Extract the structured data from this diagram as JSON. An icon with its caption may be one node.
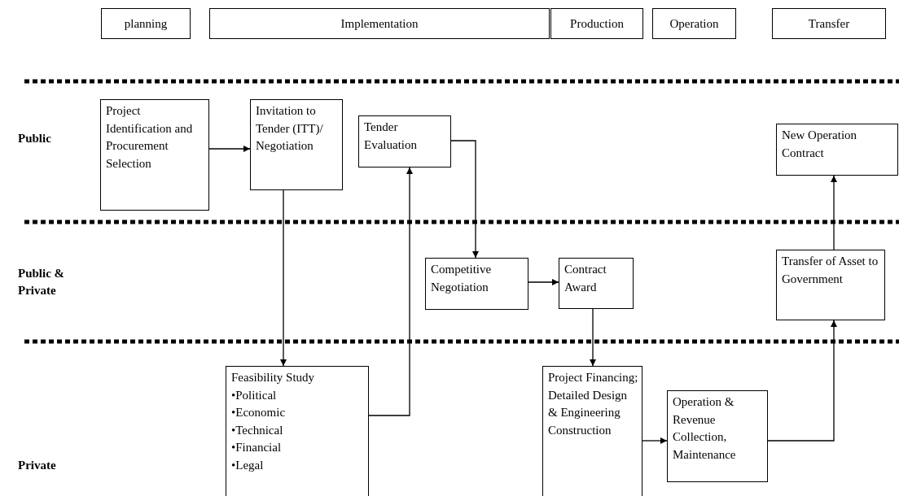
{
  "diagram": {
    "nodes": [
      {
        "text": [
          "planning"
        ]
      },
      {
        "text": [
          "Implementation"
        ]
      },
      {
        "text": [
          "Production"
        ]
      },
      {
        "text": [
          "Operation"
        ]
      },
      {
        "text": [
          "Transfer"
        ]
      },
      {
        "text": [
          "Project Identification and Procurement Selection"
        ]
      },
      {
        "text": [
          "Invitation to Tender (ITT)/ Negotiation"
        ]
      },
      {
        "text": [
          "Tender Evaluation"
        ]
      },
      {
        "text": [
          "Competitive Negotiation"
        ]
      },
      {
        "text": [
          "Contract Award"
        ]
      },
      {
        "text": [
          "Transfer of Asset to Government"
        ]
      },
      {
        "text": [
          "New Operation Contract"
        ]
      },
      {
        "text": [
          "Feasibility Study",
          "•Political",
          "•Economic",
          "•Technical",
          "•Financial",
          "•Legal"
        ]
      },
      {
        "text": [
          "Project Financing; Detailed Design & Engineering Construction"
        ]
      },
      {
        "text": [
          "Operation & Revenue Collection, Maintenance"
        ]
      }
    ],
    "edges": [
      {
        "from": 5,
        "to": 6,
        "arrow": "to"
      },
      {
        "from": 6,
        "to": 12,
        "arrow": "to"
      },
      {
        "from": 12,
        "to": 7,
        "arrow": "to"
      },
      {
        "from": 7,
        "to": 8,
        "arrow": "to"
      },
      {
        "from": 8,
        "to": 9,
        "arrow": "to"
      },
      {
        "from": 9,
        "to": 13,
        "arrow": "to"
      },
      {
        "from": 13,
        "to": 14,
        "arrow": "to"
      },
      {
        "from": 14,
        "to": 10,
        "arrow": "to"
      },
      {
        "from": 10,
        "to": 11,
        "arrow": "to"
      }
    ],
    "labels": [
      "Public",
      "Public & Private",
      "Private"
    ]
  }
}
